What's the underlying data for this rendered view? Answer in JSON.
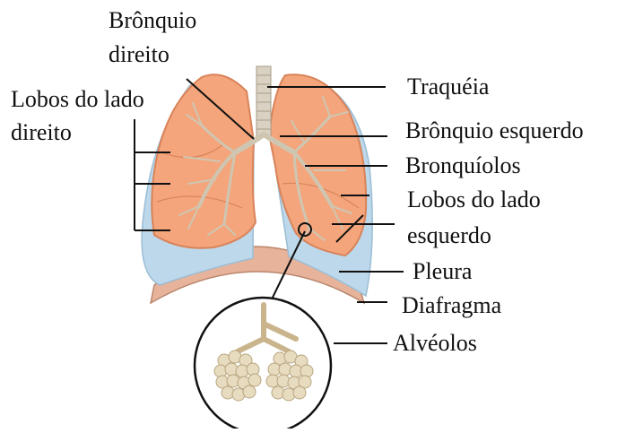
{
  "labels": {
    "bronquio_direito_l1": "Brônquio",
    "bronquio_direito_l2": "direito",
    "lobos_direito_l1": "Lobos do lado",
    "lobos_direito_l2": "direito",
    "traqueia": "Traquéia",
    "bronquio_esquerdo": "Brônquio esquerdo",
    "bronquiolos": "Bronquíolos",
    "lobos_esquerdo_l1": "Lobos do lado",
    "lobos_esquerdo_l2": "esquerdo",
    "pleura": "Pleura",
    "diafragma": "Diafragma",
    "alveolos": "Alvéolos"
  },
  "colors": {
    "lung_fill": "#f4a57c",
    "lung_edge": "#d9835a",
    "pleura": "#bcd8ea",
    "diaphragm": "#e7b39a",
    "bronchi": "#d9d2c2",
    "alveoli": "#e8dcc0",
    "line": "#111111"
  }
}
